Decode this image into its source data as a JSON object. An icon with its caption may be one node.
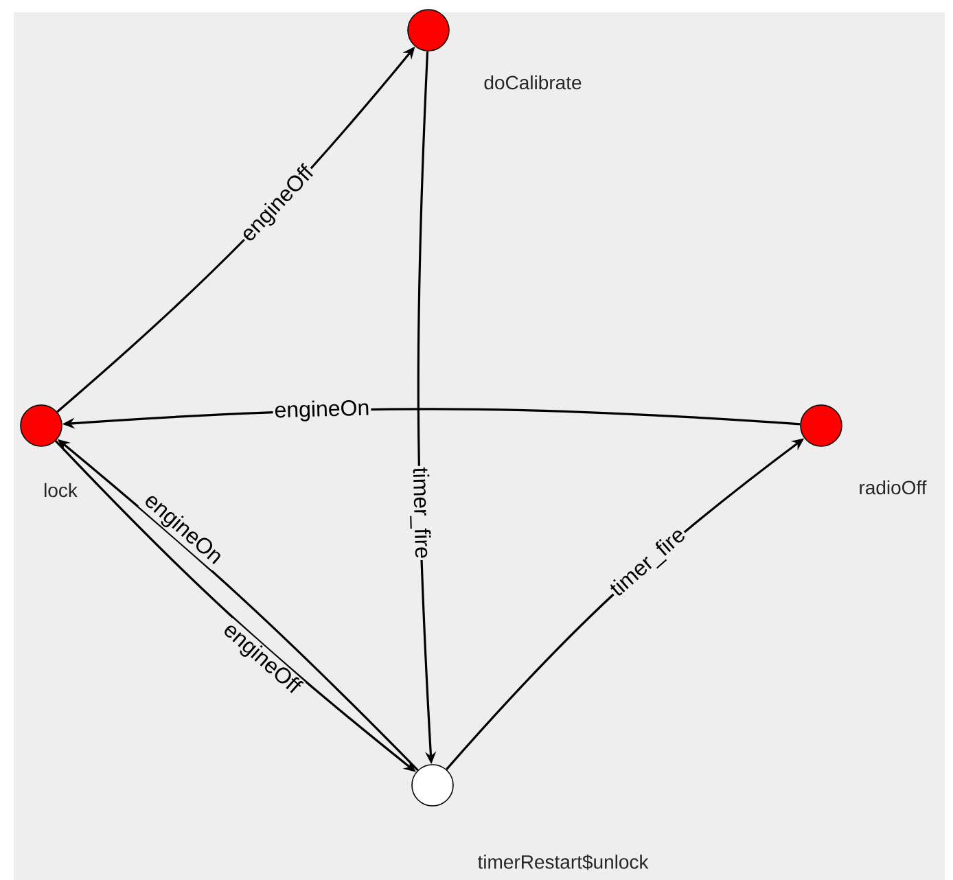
{
  "diagram": {
    "nodes": [
      {
        "text": [],
        "shape": "circle",
        "beside": [
          "doCalibrate"
        ]
      },
      {
        "text": [],
        "shape": "circle",
        "beside": [
          "lock"
        ]
      },
      {
        "text": [],
        "shape": "circle",
        "beside": [
          "radioOff"
        ]
      },
      {
        "text": [],
        "shape": "circle",
        "beside": [
          "timerRestart$unlock"
        ]
      }
    ],
    "edges": [
      {
        "from": 1,
        "to": 0,
        "arrow": "to",
        "label": "engineOff"
      },
      {
        "from": 0,
        "to": 3,
        "arrow": "to",
        "label": "timer_fire"
      },
      {
        "from": 2,
        "to": 1,
        "arrow": "to",
        "label": "engineOn"
      },
      {
        "from": 3,
        "to": 2,
        "arrow": "to",
        "label": "timer_fire"
      },
      {
        "from": 3,
        "to": 1,
        "arrow": "to",
        "label": "engineOn"
      },
      {
        "from": 1,
        "to": 3,
        "arrow": "to",
        "label": "engineOff"
      }
    ]
  }
}
